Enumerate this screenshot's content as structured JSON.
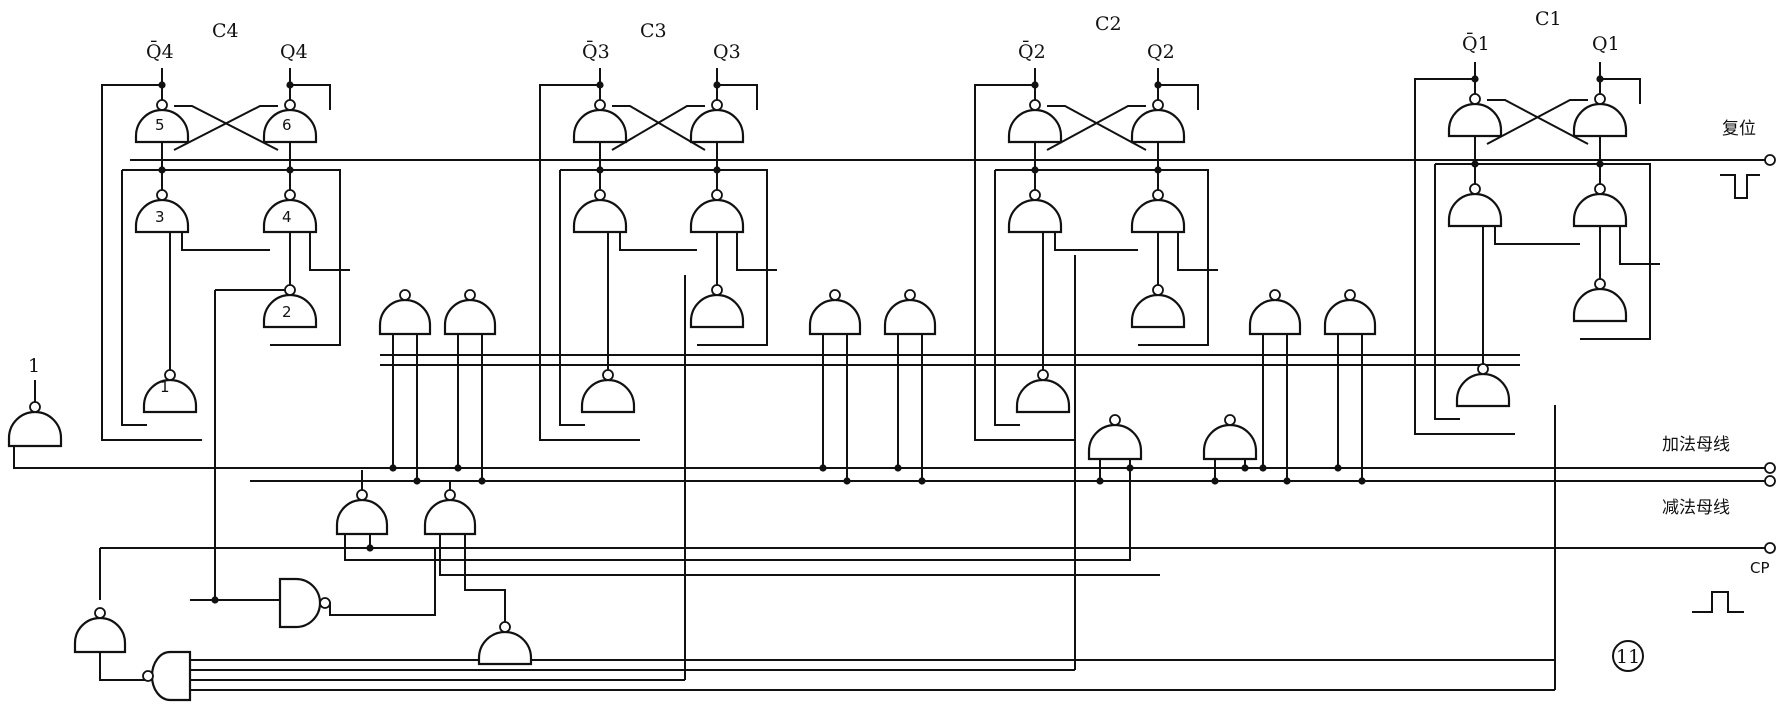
{
  "title": "",
  "counter_stages": [
    {
      "name": "C4",
      "qbar": "Q̄4",
      "q": "Q4",
      "gate_numbers": [
        "5",
        "6",
        "3",
        "4",
        "2",
        "1"
      ]
    },
    {
      "name": "C3",
      "qbar": "Q̄3",
      "q": "Q3"
    },
    {
      "name": "C2",
      "qbar": "Q̄2",
      "q": "Q2"
    },
    {
      "name": "C1",
      "qbar": "Q̄1",
      "q": "Q1"
    }
  ],
  "terminals": {
    "reset": "复位",
    "add_bus": "加法母线",
    "sub_bus": "减法母线",
    "clock": "CP"
  },
  "constant_input": "1",
  "figure_number": "11"
}
